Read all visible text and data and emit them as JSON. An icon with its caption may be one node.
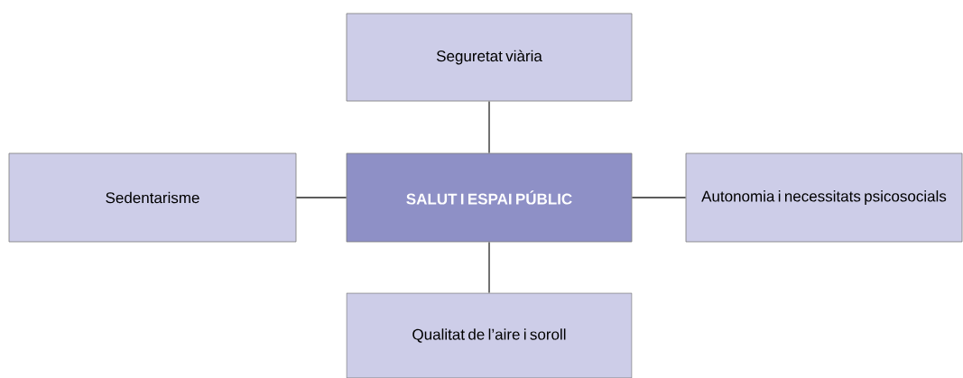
{
  "diagram": {
    "nodes": [
      {
        "text": [
          "Seguretat viària"
        ]
      },
      {
        "text": [
          "Sedentarisme"
        ]
      },
      {
        "text": [
          "SALUT I ESPAI PÚBLIC"
        ]
      },
      {
        "text": [
          "Autonomia i necessitats psicosocials"
        ]
      },
      {
        "text": [
          "Qualitat de l’aire i soroll"
        ]
      }
    ],
    "edges": [
      {
        "from": 2,
        "to": 0,
        "arrow": "none"
      },
      {
        "from": 2,
        "to": 1,
        "arrow": "none"
      },
      {
        "from": 2,
        "to": 3,
        "arrow": "none"
      },
      {
        "from": 2,
        "to": 4,
        "arrow": "none"
      }
    ]
  }
}
